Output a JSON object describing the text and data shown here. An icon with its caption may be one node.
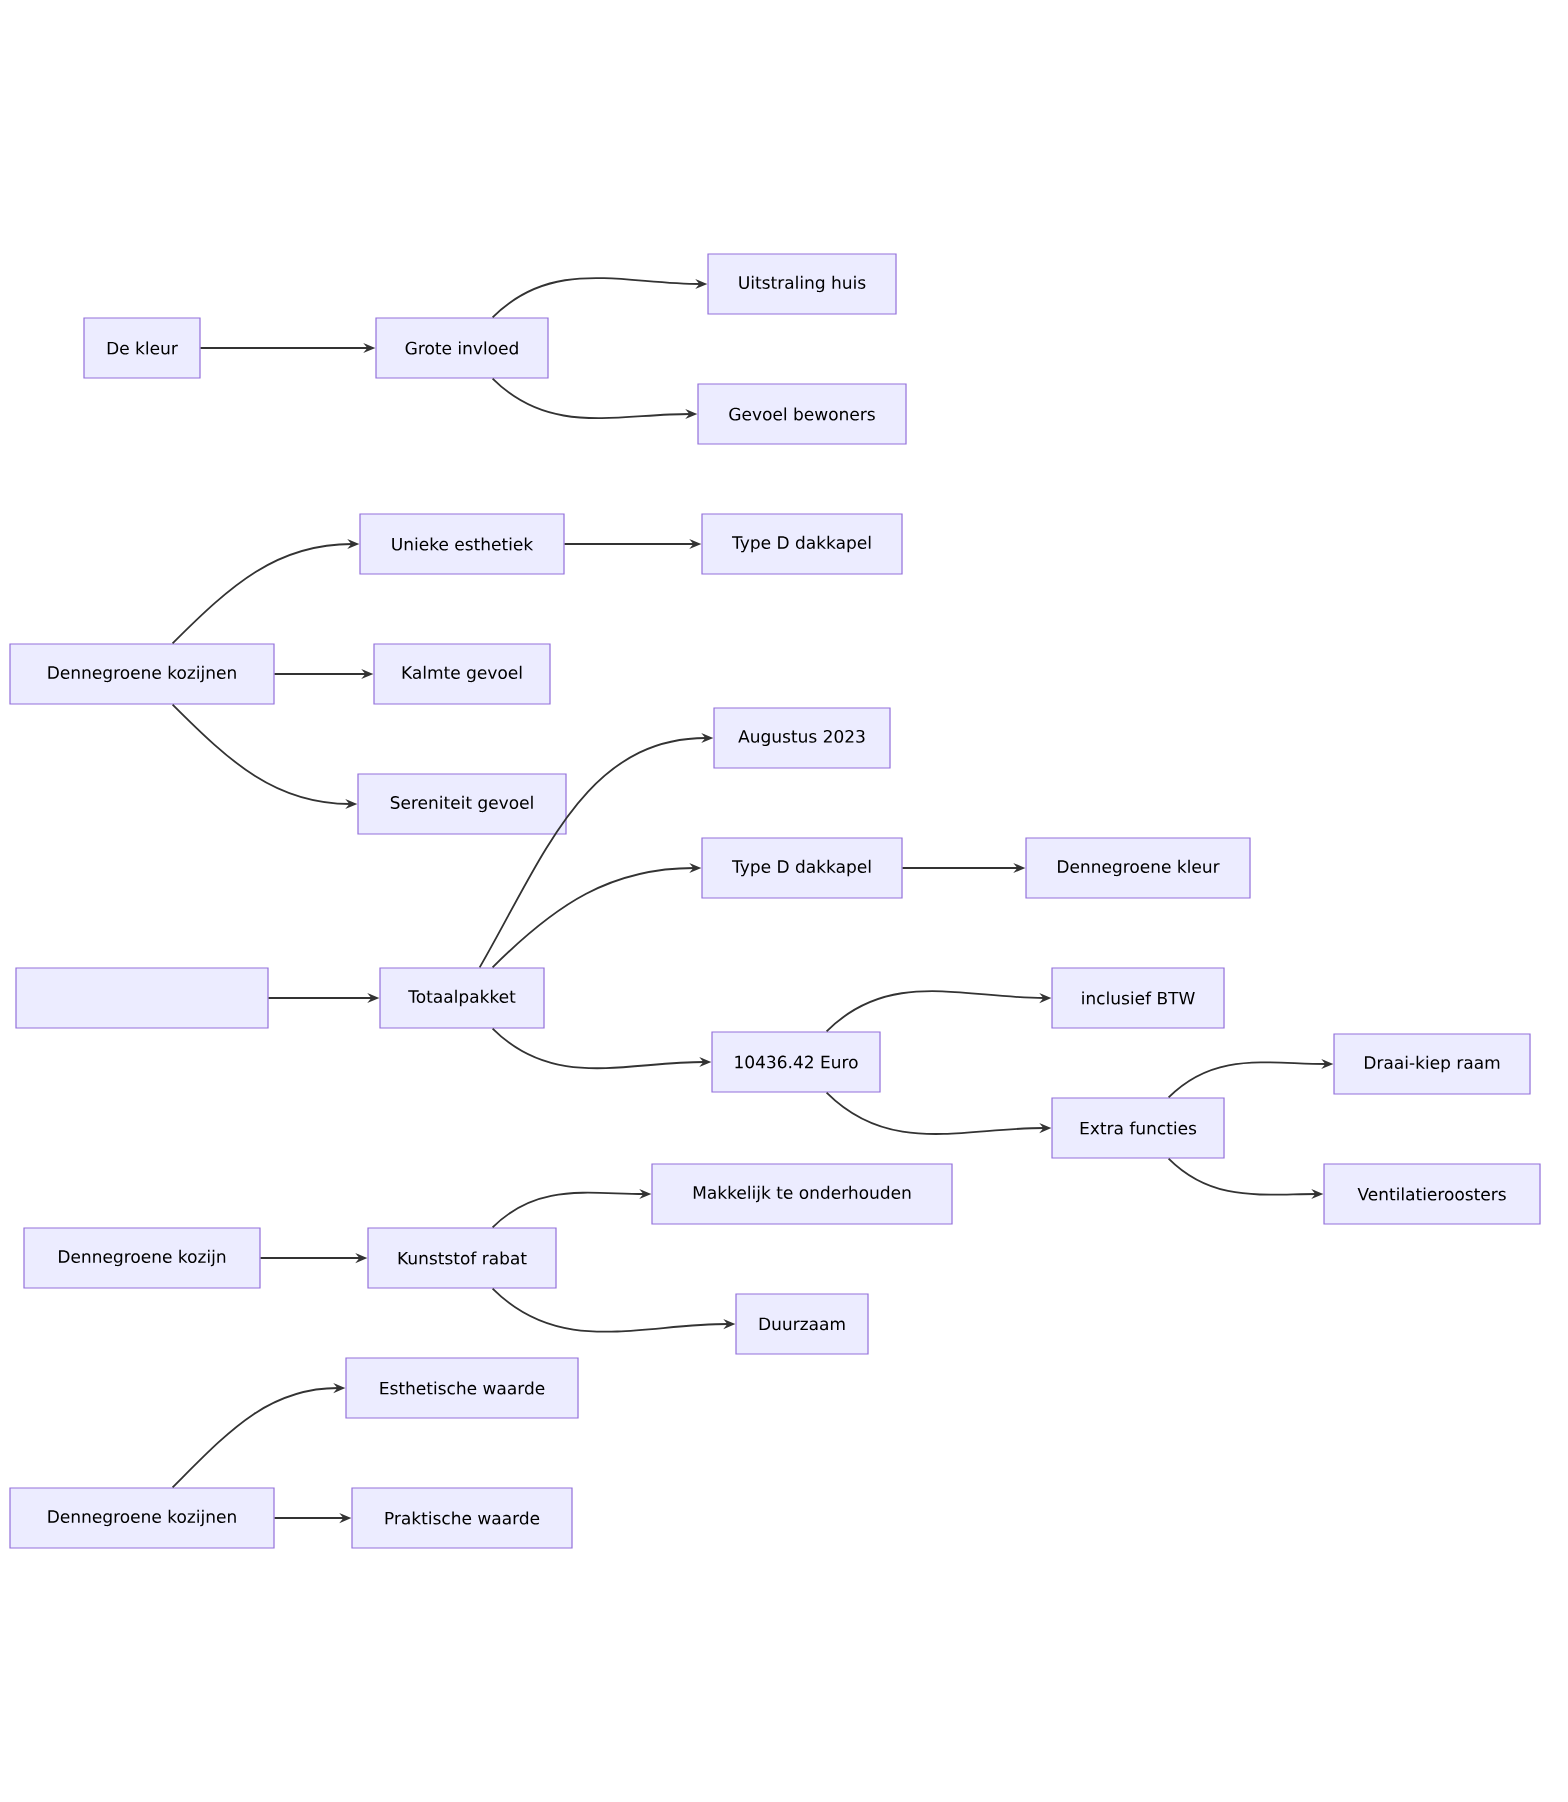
{
  "diagram": {
    "nodes": [
      {
        "text": [
          "De kleur"
        ]
      },
      {
        "text": [
          "Grote invloed"
        ]
      },
      {
        "text": [
          "Uitstraling huis"
        ]
      },
      {
        "text": [
          "Gevoel bewoners"
        ]
      },
      {
        "text": [
          "Dennegroene kozijnen"
        ]
      },
      {
        "text": [
          "Unieke esthetiek"
        ]
      },
      {
        "text": [
          "Type D dakkapel"
        ]
      },
      {
        "text": [
          "Kalmte gevoel"
        ]
      },
      {
        "text": [
          "Sereniteit gevoel"
        ]
      },
      {
        "text": [],
        "shape": "box"
      },
      {
        "text": [
          "Totaalpakket"
        ]
      },
      {
        "text": [
          "Augustus 2023"
        ]
      },
      {
        "text": [
          "Type D dakkapel"
        ]
      },
      {
        "text": [
          "Dennegroene kleur"
        ]
      },
      {
        "text": [
          "10436.42 Euro"
        ]
      },
      {
        "text": [
          "inclusief BTW"
        ]
      },
      {
        "text": [
          "Extra functies"
        ]
      },
      {
        "text": [
          "Draai-kiep raam"
        ]
      },
      {
        "text": [
          "Ventilatieroosters"
        ]
      },
      {
        "text": [
          "Dennegroene kozijn"
        ]
      },
      {
        "text": [
          "Kunststof rabat"
        ]
      },
      {
        "text": [
          "Makkelijk te onderhouden"
        ]
      },
      {
        "text": [
          "Duurzaam"
        ]
      },
      {
        "text": [
          "Dennegroene kozijnen"
        ]
      },
      {
        "text": [
          "Esthetische waarde"
        ]
      },
      {
        "text": [
          "Praktische waarde"
        ]
      }
    ],
    "edges": [
      {
        "from": 0,
        "to": 1,
        "arrow": "to"
      },
      {
        "from": 1,
        "to": 2,
        "arrow": "to"
      },
      {
        "from": 1,
        "to": 3,
        "arrow": "to"
      },
      {
        "from": 4,
        "to": 5,
        "arrow": "to"
      },
      {
        "from": 5,
        "to": 6,
        "arrow": "to"
      },
      {
        "from": 4,
        "to": 7,
        "arrow": "to"
      },
      {
        "from": 4,
        "to": 8,
        "arrow": "to"
      },
      {
        "from": 9,
        "to": 10,
        "arrow": "to"
      },
      {
        "from": 10,
        "to": 11,
        "arrow": "to"
      },
      {
        "from": 10,
        "to": 12,
        "arrow": "to"
      },
      {
        "from": 12,
        "to": 13,
        "arrow": "to"
      },
      {
        "from": 10,
        "to": 14,
        "arrow": "to"
      },
      {
        "from": 14,
        "to": 15,
        "arrow": "to"
      },
      {
        "from": 14,
        "to": 16,
        "arrow": "to"
      },
      {
        "from": 16,
        "to": 17,
        "arrow": "to"
      },
      {
        "from": 16,
        "to": 18,
        "arrow": "to"
      },
      {
        "from": 19,
        "to": 20,
        "arrow": "to"
      },
      {
        "from": 20,
        "to": 21,
        "arrow": "to"
      },
      {
        "from": 20,
        "to": 22,
        "arrow": "to"
      },
      {
        "from": 23,
        "to": 24,
        "arrow": "to"
      },
      {
        "from": 23,
        "to": 25,
        "arrow": "to"
      }
    ]
  }
}
